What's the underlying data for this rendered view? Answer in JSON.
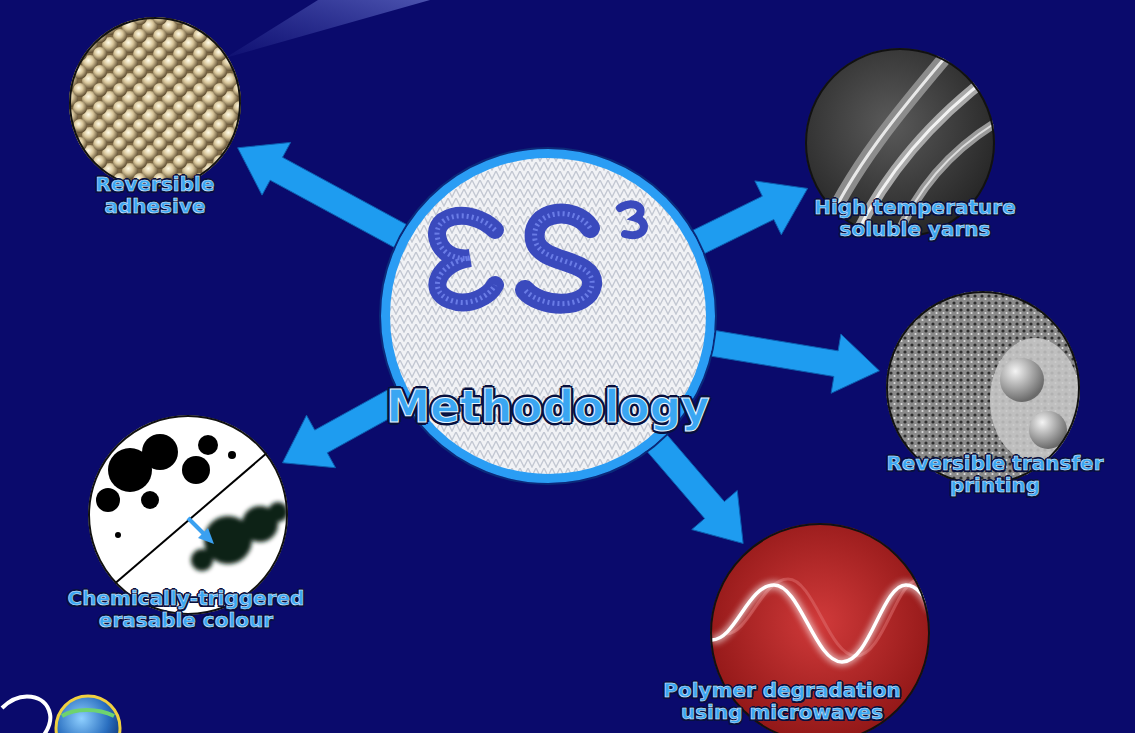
{
  "diagram": {
    "nodes": [
      {
        "text": [
          "Reversible adhesive"
        ]
      },
      {
        "text": [
          "High temperature soluble yarns"
        ]
      },
      {
        "text": [
          "Methodology"
        ]
      },
      {
        "text": [
          "Reversible transfer printing"
        ]
      },
      {
        "text": [
          "Chemically-triggered erasable colour"
        ]
      },
      {
        "text": [
          "Polymer degradation using microwaves"
        ]
      }
    ],
    "edges": [
      {
        "from": 2,
        "to": 0,
        "arrow": "to"
      },
      {
        "from": 2,
        "to": 1,
        "arrow": "to"
      },
      {
        "from": 2,
        "to": 3,
        "arrow": "to"
      },
      {
        "from": 2,
        "to": 4,
        "arrow": "to"
      },
      {
        "from": 2,
        "to": 5,
        "arrow": "to"
      }
    ]
  }
}
